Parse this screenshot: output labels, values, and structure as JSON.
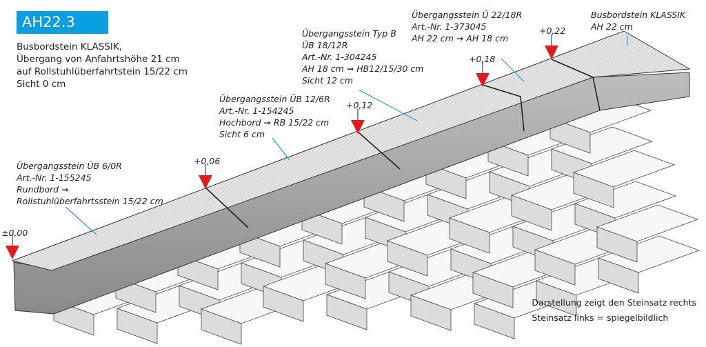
{
  "badge": "AH22.3",
  "intro": [
    "Busbordstein KLASSIK,",
    "Übergang von Anfahrtshöhe 21 cm",
    "auf Rollstuhlüberfahrtstein 15/22 cm",
    "Sicht 0 cm"
  ],
  "labels": {
    "ub6": [
      "Übergangsstein ÜB 6/0R",
      "Art.-Nr. 1-155245",
      "Rundbord ➞",
      "Rollstuhlüberfahrtsstein 15/22 cm"
    ],
    "ub12": [
      "Übergangsstein ÜB 12/6R",
      "Art.-Nr. 1-154245",
      "Hochbord ➞ RB 15/22 cm",
      "Sicht 6 cm"
    ],
    "typb": [
      "Übergangsstein Typ B",
      "ÜB 18/12R",
      "Art.-Nr. 1-304245",
      "AH 18 cm ➞ HB12/15/30 cm",
      "Sicht 12 cm"
    ],
    "u22": [
      "Übergangsstein Ü 22/18R",
      "Art.-Nr. 1-373045",
      "AH 22 cm ➞ AH 18 cm"
    ],
    "klassik": [
      "Busbordstein KLASSIK",
      "AH 22 cm"
    ]
  },
  "markers": [
    "±0,00",
    "+0,06",
    "+0,12",
    "+0,18",
    "+0,22"
  ],
  "note": [
    "Darstellung zeigt den Steinsatz rechts",
    "Steinsatz links = spiegelbildlich"
  ],
  "colors": {
    "accent": "#0b9ee0",
    "marker": "#e01b1b"
  }
}
